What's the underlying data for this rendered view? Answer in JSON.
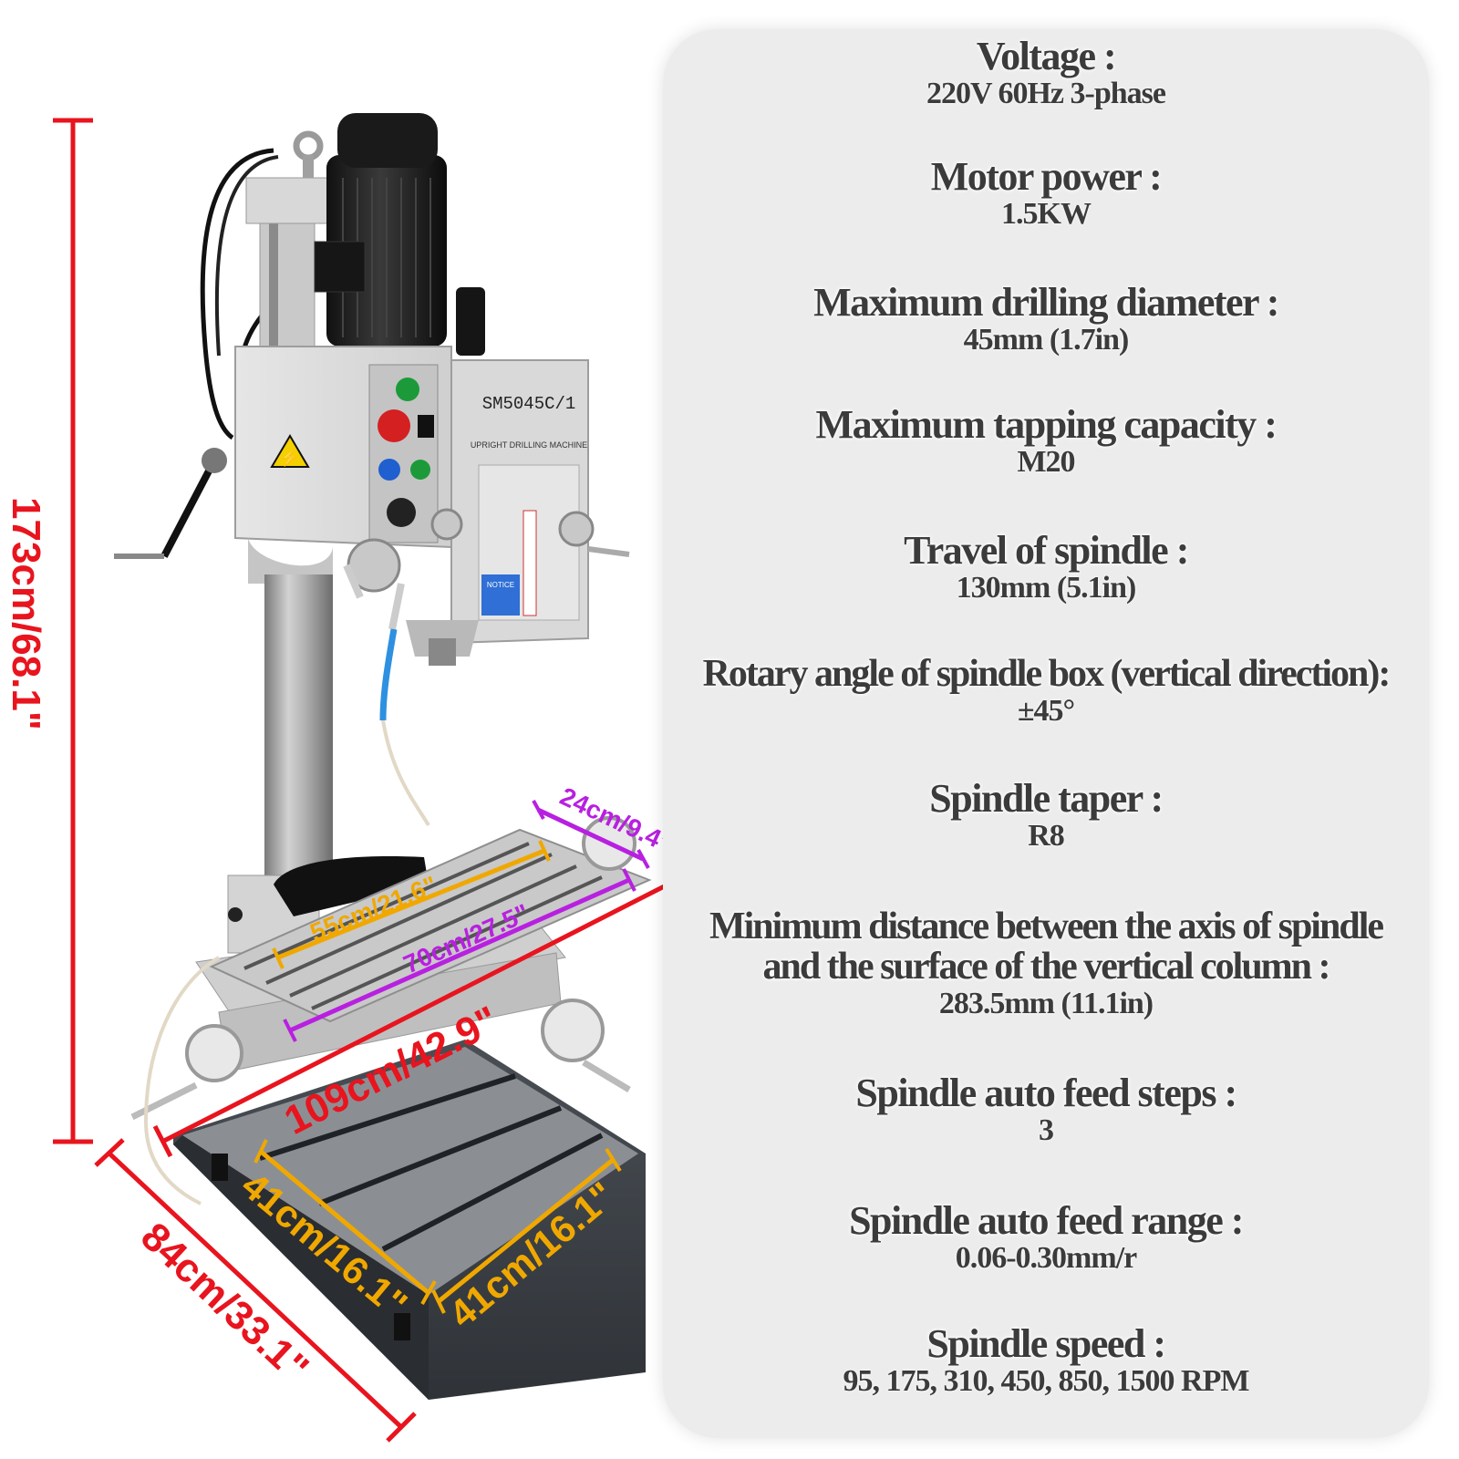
{
  "specs": [
    {
      "label": "Voltage :",
      "value": "220V 60Hz 3-phase"
    },
    {
      "label": "Motor power :",
      "value": "1.5KW"
    },
    {
      "label": "Maximum drilling diameter :",
      "value": "45mm (1.7in)"
    },
    {
      "label": "Maximum tapping capacity :",
      "value": "M20"
    },
    {
      "label": "Travel of spindle :",
      "value": "130mm (5.1in)"
    },
    {
      "label": "Rotary angle of spindle box (vertical direction):",
      "value": "±45°"
    },
    {
      "label": "Spindle taper :",
      "value": "R8"
    },
    {
      "label_line1": "Minimum distance between the axis of spindle",
      "label_line2": "and the surface of the vertical column :",
      "value": "283.5mm (11.1in)"
    },
    {
      "label": "Spindle auto feed steps :",
      "value": "3"
    },
    {
      "label": "Spindle auto feed range :",
      "value": "0.06-0.30mm/r"
    },
    {
      "label": "Spindle speed :",
      "value": "95, 175, 310, 450, 850, 1500 RPM"
    }
  ],
  "dimensions": {
    "height": "173cm/68.1\"",
    "depth": "84cm/33.1\"",
    "table_width": "109cm/42.9\"",
    "table_travel": "70cm/27.5\"",
    "table_length": "55cm/21.6\"",
    "table_depth": "24cm/9.4\"",
    "base_left": "41cm/16.1\"",
    "base_right": "41cm/16.1\""
  },
  "machine": {
    "model": "SM5045C/1",
    "subtitle": "UPRIGHT DRILLING MACHINE",
    "notice": "NOTICE"
  },
  "colors": {
    "red": "#e8141e",
    "orange": "#f0a800",
    "purple": "#b820e0",
    "panel": "#ececec",
    "text": "#3b3b3b"
  }
}
